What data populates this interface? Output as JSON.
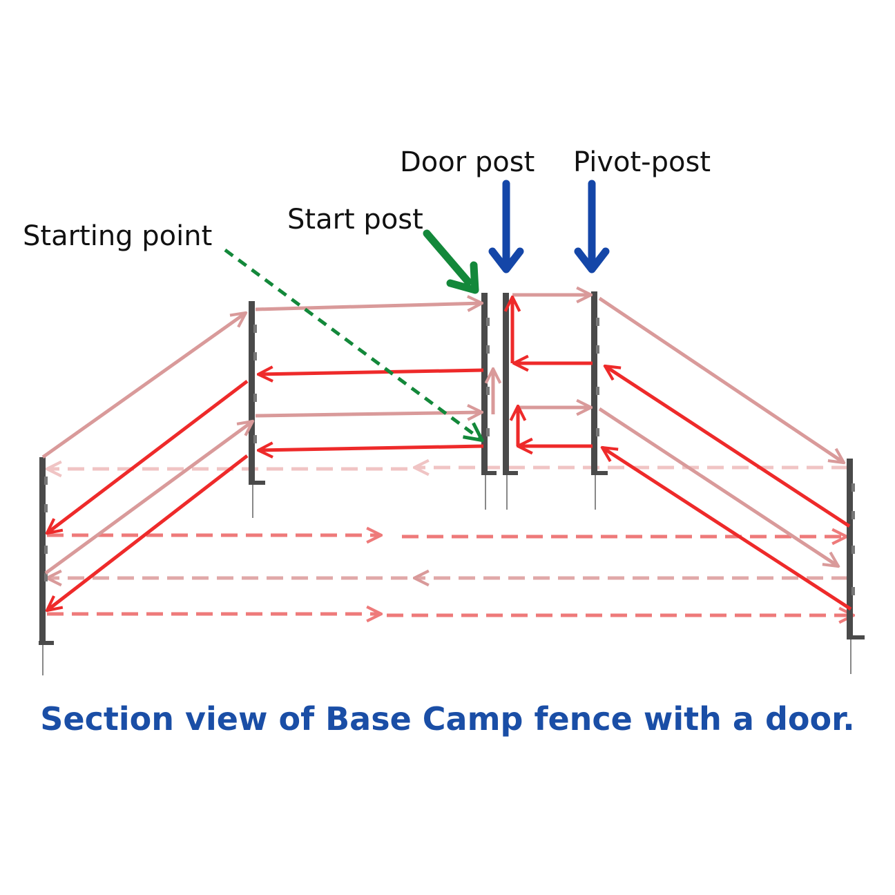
{
  "labels": {
    "starting_point": "Starting point",
    "start_post": "Start post",
    "door_post": "Door post",
    "pivot_post": "Pivot-post"
  },
  "caption": "Section view of Base Camp fence with a door.",
  "colors": {
    "wire_strong": "#ee2a2a",
    "wire_faded": "#d99a9a",
    "wire_dashed_light": "#f0c4c4",
    "wire_dashed_medium": "#ee7a7a",
    "callout_green": "#13883a",
    "callout_blue": "#1446a8",
    "post": "#4a4a4a",
    "caption": "#1a4ea6"
  },
  "icons": {
    "post": "fence-post-icon",
    "arrow": "arrowhead-icon"
  }
}
